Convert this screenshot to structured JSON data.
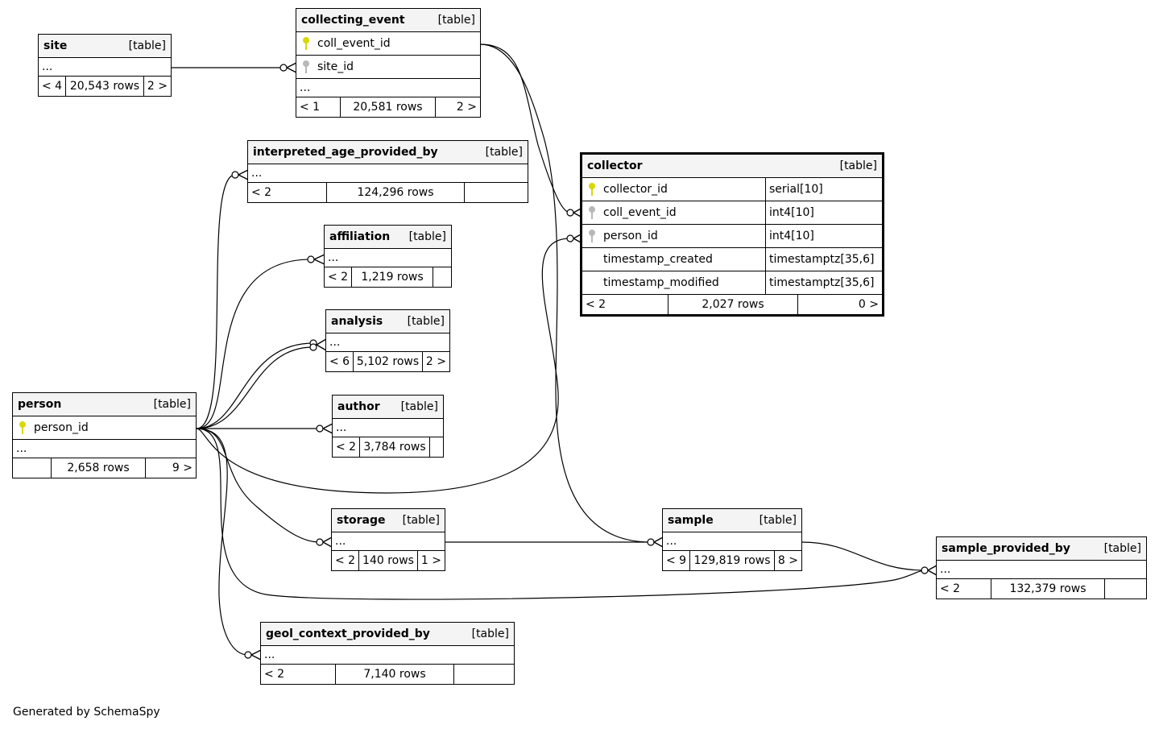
{
  "tables": {
    "site": {
      "name": "site",
      "tag": "[table]",
      "ellipsis": "...",
      "foot_left": "< 4",
      "rows": "20,543 rows",
      "foot_right": "2 >"
    },
    "collecting_event": {
      "name": "collecting_event",
      "tag": "[table]",
      "col1": "coll_event_id",
      "col2": "site_id",
      "ellipsis": "...",
      "foot_left": "< 1",
      "rows": "20,581 rows",
      "foot_right": "2 >"
    },
    "interpreted_age_provided_by": {
      "name": "interpreted_age_provided_by",
      "tag": "[table]",
      "ellipsis": "...",
      "foot_left": "< 2",
      "rows": "124,296 rows",
      "foot_right": ""
    },
    "affiliation": {
      "name": "affiliation",
      "tag": "[table]",
      "ellipsis": "...",
      "foot_left": "< 2",
      "rows": "1,219 rows",
      "foot_right": ""
    },
    "analysis": {
      "name": "analysis",
      "tag": "[table]",
      "ellipsis": "...",
      "foot_left": "< 6",
      "rows": "5,102 rows",
      "foot_right": "2 >"
    },
    "person": {
      "name": "person",
      "tag": "[table]",
      "col1": "person_id",
      "ellipsis": "...",
      "foot_left": "",
      "rows": "2,658 rows",
      "foot_right": "9 >"
    },
    "author": {
      "name": "author",
      "tag": "[table]",
      "ellipsis": "...",
      "foot_left": "< 2",
      "rows": "3,784 rows",
      "foot_right": ""
    },
    "collector": {
      "name": "collector",
      "tag": "[table]",
      "columns": [
        {
          "name": "collector_id",
          "type": "serial[10]"
        },
        {
          "name": "coll_event_id",
          "type": "int4[10]"
        },
        {
          "name": "person_id",
          "type": "int4[10]"
        },
        {
          "name": "timestamp_created",
          "type": "timestamptz[35,6]"
        },
        {
          "name": "timestamp_modified",
          "type": "timestamptz[35,6]"
        }
      ],
      "foot_left": "< 2",
      "rows": "2,027 rows",
      "foot_right": "0 >"
    },
    "storage": {
      "name": "storage",
      "tag": "[table]",
      "ellipsis": "...",
      "foot_left": "< 2",
      "rows": "140 rows",
      "foot_right": "1 >"
    },
    "sample": {
      "name": "sample",
      "tag": "[table]",
      "ellipsis": "...",
      "foot_left": "< 9",
      "rows": "129,819 rows",
      "foot_right": "8 >"
    },
    "sample_provided_by": {
      "name": "sample_provided_by",
      "tag": "[table]",
      "ellipsis": "...",
      "foot_left": "< 2",
      "rows": "132,379 rows",
      "foot_right": ""
    },
    "geol_context_provided_by": {
      "name": "geol_context_provided_by",
      "tag": "[table]",
      "ellipsis": "...",
      "foot_left": "< 2",
      "rows": "7,140 rows",
      "foot_right": ""
    }
  },
  "footer_credit": "Generated by SchemaSpy"
}
